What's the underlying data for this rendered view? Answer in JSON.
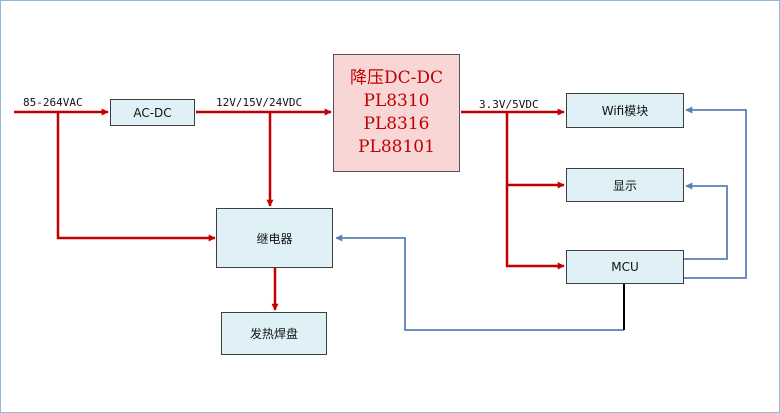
{
  "colors": {
    "power": "#c00000",
    "signal": "#5b7fb5",
    "control": "#000000",
    "box_fill": "#dff1f7",
    "dc_fill": "#f8d6d6"
  },
  "labels": {
    "input_voltage": "85-264VAC",
    "dc_rails": "12V/15V/24VDC",
    "low_rails": "3.3V/5VDC"
  },
  "blocks": {
    "acdc": "AC-DC",
    "dcdc": {
      "title": "降压DC-DC",
      "parts": [
        "PL8310",
        "PL8316",
        "PL88101"
      ]
    },
    "relay": "继电器",
    "heater": "发热焊盘",
    "wifi": "Wifi模块",
    "display": "显示",
    "mcu": "MCU"
  }
}
